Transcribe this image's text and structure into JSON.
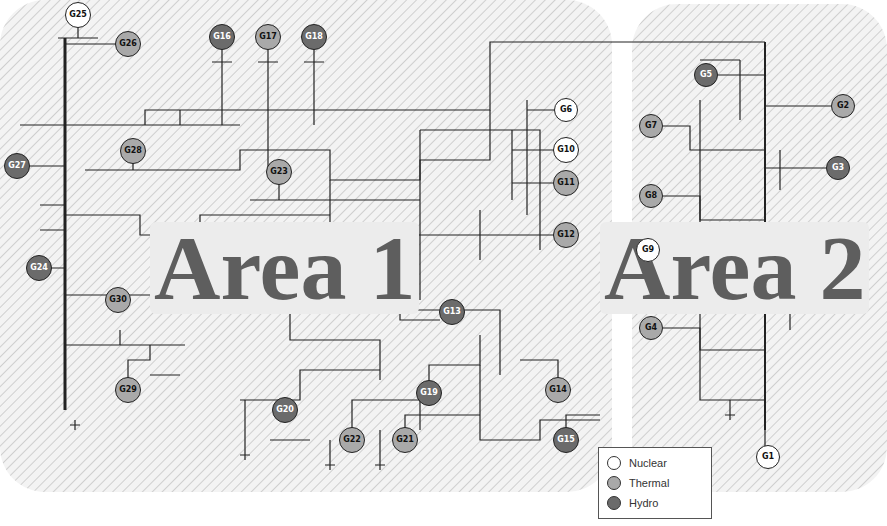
{
  "diagram": {
    "nodes": [
      {
        "text": [
          "Area 1"
        ]
      },
      {
        "text": [
          "G25"
        ],
        "in": 0
      },
      {
        "text": [
          "G16"
        ],
        "in": 0
      },
      {
        "text": [
          "G17"
        ],
        "in": 0
      },
      {
        "text": [
          "G18"
        ],
        "in": 0
      },
      {
        "text": [
          "G26"
        ],
        "in": 0
      },
      {
        "text": [
          "G6"
        ],
        "in": 0
      },
      {
        "text": [
          "G28"
        ],
        "in": 0
      },
      {
        "text": [
          "G10"
        ],
        "in": 0
      },
      {
        "text": [
          "G27"
        ],
        "in": 0
      },
      {
        "text": [
          "G23"
        ],
        "in": 0
      },
      {
        "text": [
          "G11"
        ],
        "in": 0
      },
      {
        "text": [
          "G12"
        ],
        "in": 0
      },
      {
        "text": [
          "G24"
        ],
        "in": 0
      },
      {
        "text": [
          "G30"
        ],
        "in": 0
      },
      {
        "text": [
          "G13"
        ],
        "in": 0
      },
      {
        "text": [
          "G29"
        ],
        "in": 0
      },
      {
        "text": [
          "G19"
        ],
        "in": 0
      },
      {
        "text": [
          "G14"
        ],
        "in": 0
      },
      {
        "text": [
          "G20"
        ],
        "in": 0
      },
      {
        "text": [
          "G21"
        ],
        "in": 0
      },
      {
        "text": [
          "G22"
        ],
        "in": 0
      },
      {
        "text": [
          "G15"
        ],
        "in": 0
      },
      {
        "text": [
          "Area 2"
        ]
      },
      {
        "text": [
          "G5"
        ],
        "in": 23
      },
      {
        "text": [
          "G2"
        ],
        "in": 23
      },
      {
        "text": [
          "G7"
        ],
        "in": 23
      },
      {
        "text": [
          "G3"
        ],
        "in": 23
      },
      {
        "text": [
          "G8"
        ],
        "in": 23
      },
      {
        "text": [
          "G9"
        ],
        "in": 23
      },
      {
        "text": [
          "G4"
        ],
        "in": 23
      },
      {
        "text": [
          "G1"
        ],
        "in": 23
      }
    ],
    "legend": [
      {
        "text": "Nuclear",
        "color": "#ffffff"
      },
      {
        "text": "Thermal",
        "color": "#a9a9a9"
      },
      {
        "text": "Hydro",
        "color": "#6b6b6b"
      }
    ]
  }
}
